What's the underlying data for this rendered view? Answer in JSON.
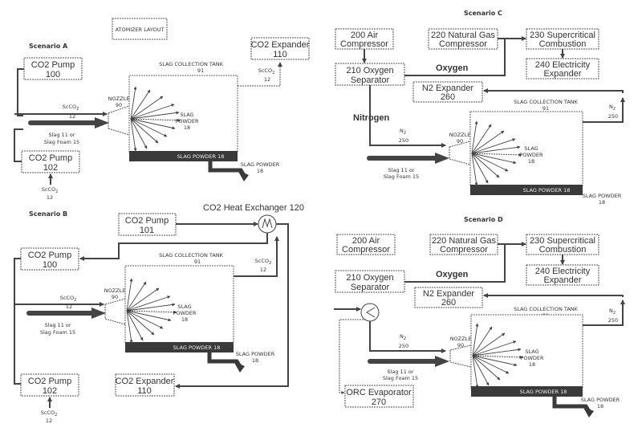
{
  "layout_title": "ATOMIZER LAYOUT",
  "common": {
    "tank_label": "SLAG COLLECTION TANK",
    "tank_num": "91",
    "nozzle_label": "NOZZLE",
    "nozzle_num": "90",
    "slag_powder_word1": "SLAG",
    "slag_powder_word2": "POWDER",
    "slag_powder_num": "18",
    "floor_label": "SLAG POWDER 18",
    "outlet_label": "SLAG POWDER",
    "outlet_num": "18",
    "slag_in_line1": "Slag 11 or",
    "slag_in_line2": "Slag Foam 15",
    "scco2": "ScCO",
    "scco2_sub": "2",
    "scco2_num": "12",
    "n2": "N",
    "n2_sub": "2",
    "n2_num": "250"
  },
  "scenario_a": {
    "title": "Scenario A",
    "pump100": [
      "CO2 Pump",
      "100"
    ],
    "pump102": [
      "CO2 Pump",
      "102"
    ],
    "expander110": [
      "CO2 Expander",
      "110"
    ]
  },
  "scenario_b": {
    "title": "Scenario B",
    "hx_label": "CO2 Heat Exchanger 120",
    "pump101": [
      "CO2 Pump",
      "101"
    ],
    "pump100": [
      "CO2 Pump",
      "100"
    ],
    "pump102": [
      "CO2 Pump",
      "102"
    ],
    "expander110": [
      "CO2 Expander",
      "110"
    ]
  },
  "scenario_c": {
    "title": "Scenario C",
    "air200": [
      "200 Air",
      "Compressor"
    ],
    "ng220": [
      "220 Natural Gas",
      "Compressor"
    ],
    "sc230": [
      "230 Supercritical",
      "Combustion"
    ],
    "ox210": [
      "210 Oxygen",
      "Separator"
    ],
    "el240": [
      "240 Electricity",
      "Expander"
    ],
    "n2exp260": [
      "N2 Expander",
      "260"
    ],
    "oxygen_label": "Oxygen",
    "nitrogen_label": "Nitrogen"
  },
  "scenario_d": {
    "title": "Scenario D",
    "air200": [
      "200 Air",
      "Compressor"
    ],
    "ng220": [
      "220 Natural Gas",
      "Compressor"
    ],
    "sc230": [
      "230 Supercritical",
      "Combustion"
    ],
    "ox210": [
      "210 Oxygen",
      "Separator"
    ],
    "el240": [
      "240 Electricity",
      "Expander"
    ],
    "n2exp260": [
      "N2 Expander",
      "260"
    ],
    "orc270": [
      "ORC Evaporator",
      "270"
    ],
    "oxygen_label": "Oxygen"
  }
}
